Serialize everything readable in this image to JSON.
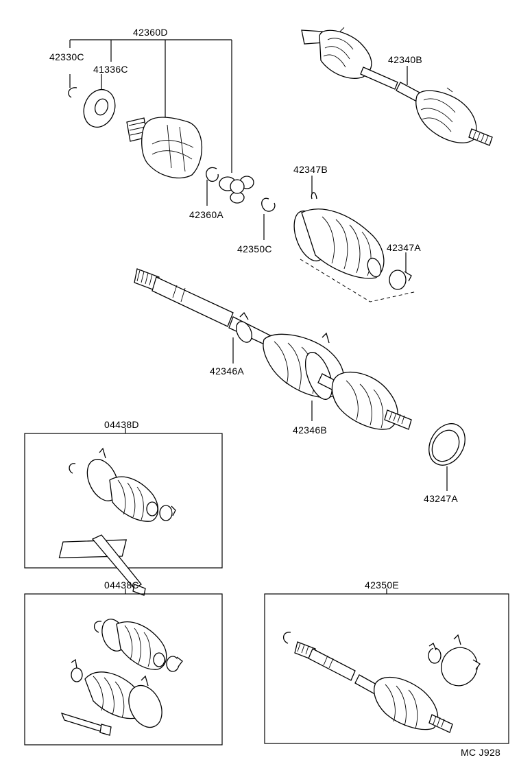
{
  "diagram": {
    "labels": {
      "p42360D": "42360D",
      "p42330C": "42330C",
      "p41336C": "41336C",
      "p42360A": "42360A",
      "p42350C": "42350C",
      "p42340B": "42340B",
      "p42347B": "42347B",
      "p42347A": "42347A",
      "p42346A": "42346A",
      "p42346B": "42346B",
      "p43247A": "43247A",
      "p04438D": "04438D",
      "p04438C": "04438C",
      "p42350E": "42350E",
      "figure_code": "MC J928"
    }
  }
}
